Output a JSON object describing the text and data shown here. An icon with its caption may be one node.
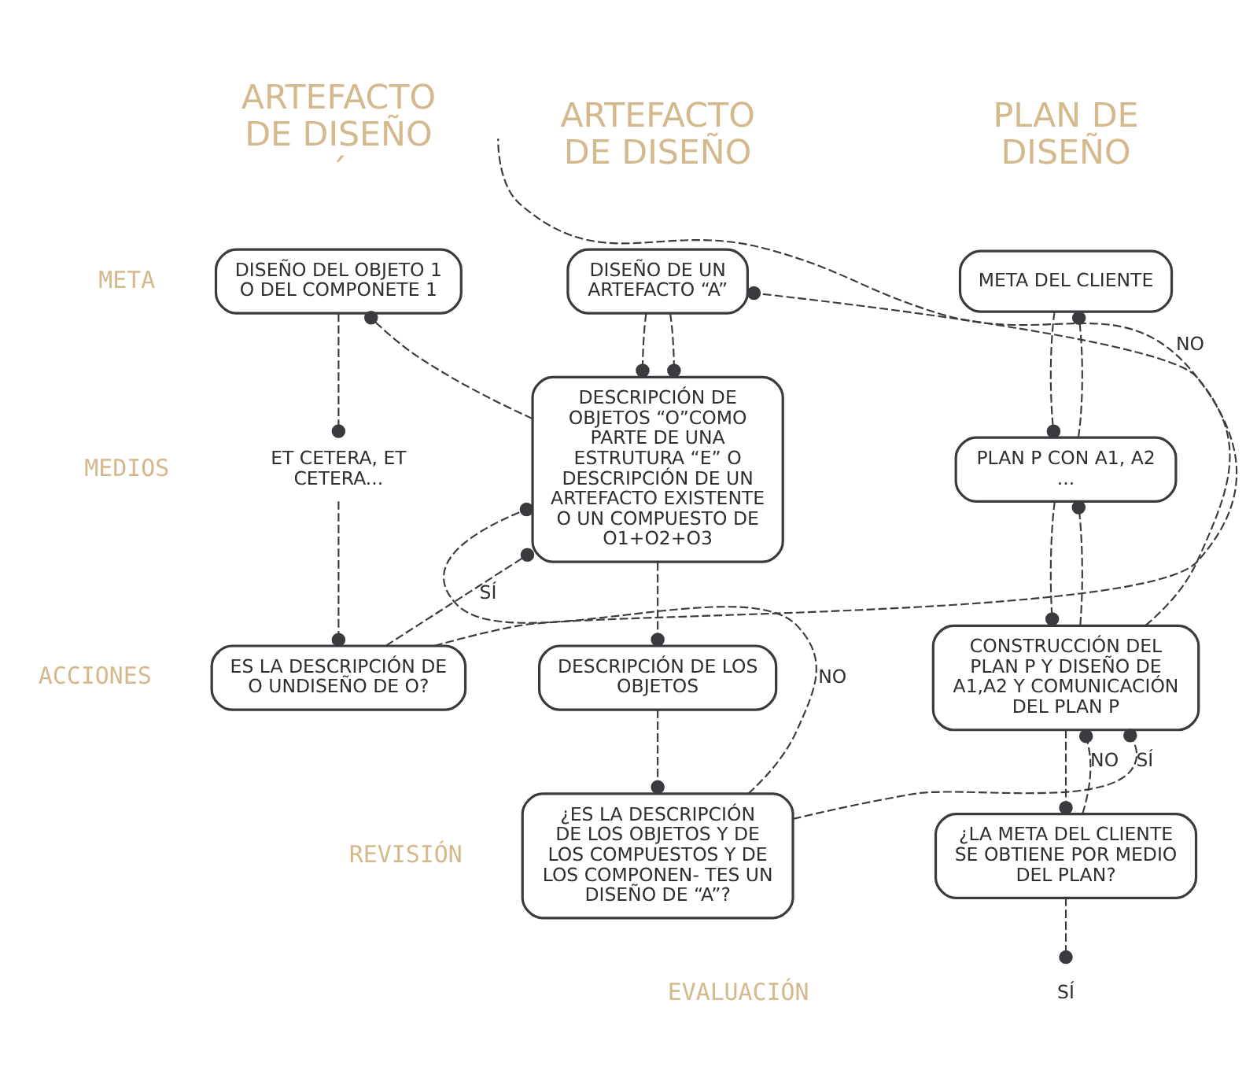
{
  "diagram": {
    "nodes": [
      {
        "text": [
          "META DEL CLIENTE"
        ]
      },
      {
        "text": [
          "PLAN P CON A1, A2 ..."
        ]
      },
      {
        "text": [
          "CONSTRUCCIÓN DEL PLAN P Y DISEÑO DE A1,A2 Y COMUNICACIÓN DEL PLAN P"
        ]
      },
      {
        "text": [
          "¿LA META DEL CLIENTE SE OBTIENE POR MEDIO DEL PLAN?"
        ]
      },
      {
        "text": [
          "SÍ"
        ]
      },
      {
        "text": [
          "DISEÑO DE UN ARTEFACTO “A”"
        ]
      },
      {
        "text": [
          "DESCRIPCIÓN DE OBJETOS “O”COMO PARTE DE UNA ESTRUTURA “E” O DESCRIPCIÓN DE UN ARTEFACTO EXISTENTE O UN COMPUESTO DE O1+O2+O3"
        ]
      },
      {
        "text": [
          "DESCRIPCIÓN DE LOS OBJETOS"
        ]
      },
      {
        "text": [
          "¿ES LA DESCRIPCIÓN DE LOS OBJETOS Y DE LOS COMPUESTOS Y DE LOS COMPONEN- TES UN DISEÑO DE “A”?"
        ]
      },
      {
        "text": [
          "DISEÑO DEL OBJETO 1 O DEL COMPONETE 1"
        ]
      },
      {
        "text": [
          "ET CETERA, ET CETERA..."
        ]
      },
      {
        "text": [
          "ES LA DESCRIPCIÓN DE O UNDISEÑO DE O?"
        ]
      }
    ],
    "edges": [
      {
        "from": 0,
        "to": 1,
        "arrow": "other",
        "style": "dashed"
      },
      {
        "from": 1,
        "to": 2,
        "arrow": "other",
        "style": "dashed"
      },
      {
        "from": 2,
        "to": 3,
        "arrow": "other",
        "style": "dashed"
      },
      {
        "from": 3,
        "to": 4,
        "arrow": "other",
        "style": "dashed"
      },
      {
        "from": 3,
        "to": 2,
        "label": "NO",
        "arrow": "other",
        "style": "dashed"
      },
      {
        "from": 2,
        "to": 1,
        "arrow": "other",
        "style": "dashed"
      },
      {
        "from": 1,
        "to": 0,
        "arrow": "other",
        "style": "dashed"
      },
      {
        "from": 2,
        "to": 5,
        "arrow": "other",
        "style": "dashed"
      },
      {
        "from": 8,
        "to": 2,
        "label": "SÍ",
        "arrow": "other",
        "style": "dashed"
      },
      {
        "from": 5,
        "to": 6,
        "arrow": "other",
        "style": "dashed"
      },
      {
        "from": 6,
        "to": 7,
        "arrow": "other",
        "style": "dashed"
      },
      {
        "from": 7,
        "to": 8,
        "arrow": "other",
        "style": "dashed"
      },
      {
        "from": 5,
        "to": 6,
        "arrow": "other",
        "style": "dashed"
      },
      {
        "from": 8,
        "to": 6,
        "label": "NO",
        "arrow": "other",
        "style": "dashed"
      },
      {
        "from": 6,
        "to": 9,
        "arrow": "other",
        "style": "dashed"
      },
      {
        "from": 9,
        "to": 10,
        "arrow": "other",
        "style": "dashed"
      },
      {
        "from": 10,
        "to": 11,
        "arrow": "other",
        "style": "dashed"
      },
      {
        "from": 11,
        "to": 6,
        "label": "SÍ",
        "arrow": "other",
        "style": "dashed"
      },
      {
        "from": 11,
        "to": null,
        "label": "NO",
        "arrow": "none",
        "style": "dashed"
      }
    ],
    "labels": [
      "PLAN DE DISEÑO",
      "ARTEFACTO DE DISEÑO",
      "ARTEFACTO DE DISEÑO ´",
      "META",
      "MEDIOS",
      "ACCIONES",
      "REVISIÓN",
      "EVALUACIÓN"
    ]
  }
}
